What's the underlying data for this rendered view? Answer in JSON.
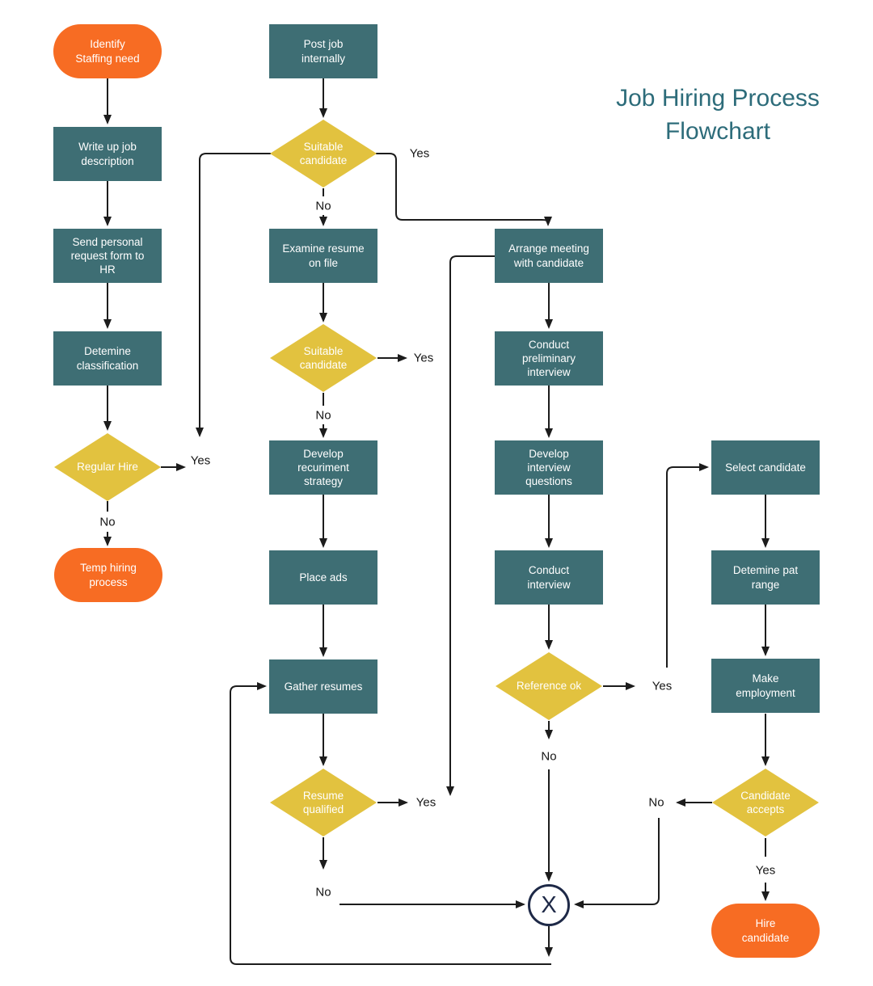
{
  "title": {
    "line1": "Job Hiring Process",
    "line2": "Flowchart"
  },
  "colors": {
    "process_fill": "#3e6e74",
    "terminator_fill": "#f76c23",
    "decision_fill": "#e2c23f",
    "line_color": "#1c1c1c",
    "junction_color": "#1e2947",
    "title_color": "#2d6c7a",
    "shape_text": "#ffffff",
    "label_text": "#161616"
  },
  "nodes": {
    "identify_staffing_need": {
      "type": "terminator",
      "label": "Identify\nStaffing need"
    },
    "write_up_job_description": {
      "type": "process",
      "label": "Write up job\ndescription"
    },
    "send_personal_request": {
      "type": "process",
      "label": "Send personal\nrequest form to\nHR"
    },
    "determine_classification": {
      "type": "process",
      "label": "Detemine\nclassification"
    },
    "regular_hire": {
      "type": "decision",
      "label": "Regular Hire"
    },
    "temp_hiring_process": {
      "type": "terminator",
      "label": "Temp hiring\nprocess"
    },
    "post_job_internally": {
      "type": "process",
      "label": "Post job\ninternally"
    },
    "suitable_candidate_1": {
      "type": "decision",
      "label": "Suitable\ncandidate"
    },
    "examine_resume_on_file": {
      "type": "process",
      "label": "Examine resume\non file"
    },
    "suitable_candidate_2": {
      "type": "decision",
      "label": "Suitable\ncandidate"
    },
    "develop_recruitment_strategy": {
      "type": "process",
      "label": "Develop\nrecuriment\nstrategy"
    },
    "place_ads": {
      "type": "process",
      "label": "Place ads"
    },
    "gather_resumes": {
      "type": "process",
      "label": "Gather resumes"
    },
    "resume_qualified": {
      "type": "decision",
      "label": "Resume\nqualified"
    },
    "arrange_meeting": {
      "type": "process",
      "label": "Arrange meeting\nwith candidate"
    },
    "conduct_preliminary_interview": {
      "type": "process",
      "label": "Conduct\npreliminary\ninterview"
    },
    "develop_interview_questions": {
      "type": "process",
      "label": "Develop\ninterview\nquestions"
    },
    "conduct_interview": {
      "type": "process",
      "label": "Conduct\ninterview"
    },
    "reference_ok": {
      "type": "decision",
      "label": "Reference ok"
    },
    "select_candidate": {
      "type": "process",
      "label": "Select candidate"
    },
    "determine_pay_range": {
      "type": "process",
      "label": "Detemine pat\nrange"
    },
    "make_employment": {
      "type": "process",
      "label": "Make\nemployment"
    },
    "candidate_accepts": {
      "type": "decision",
      "label": "Candidate\naccepts"
    },
    "hire_candidate": {
      "type": "terminator",
      "label": "Hire\ncandidate"
    },
    "junction": {
      "type": "connector",
      "label": "X"
    }
  },
  "edge_labels": {
    "suitable1_yes": "Yes",
    "suitable1_no": "No",
    "suitable2_yes": "Yes",
    "suitable2_no": "No",
    "regular_hire_yes": "Yes",
    "regular_hire_no": "No",
    "resume_yes": "Yes",
    "resume_no": "No",
    "reference_yes": "Yes",
    "reference_no": "No",
    "accepts_yes": "Yes",
    "accepts_no": "No"
  }
}
